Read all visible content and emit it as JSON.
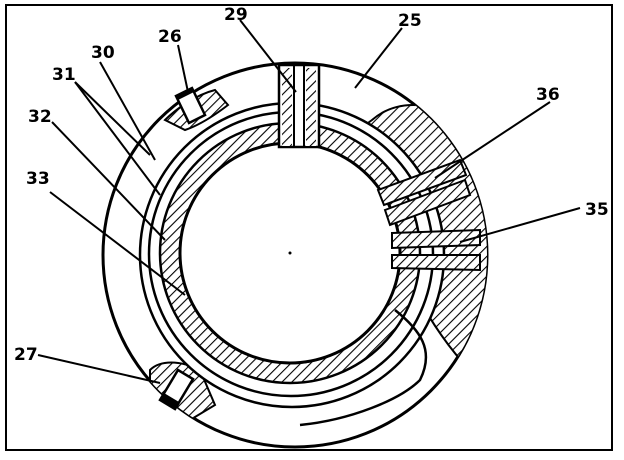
{
  "labels": {
    "l25": "25",
    "l26": "26",
    "l27": "27",
    "l29": "29",
    "l30": "30",
    "l31": "31",
    "l32": "32",
    "l33": "33",
    "l35": "35",
    "l36": "36"
  }
}
